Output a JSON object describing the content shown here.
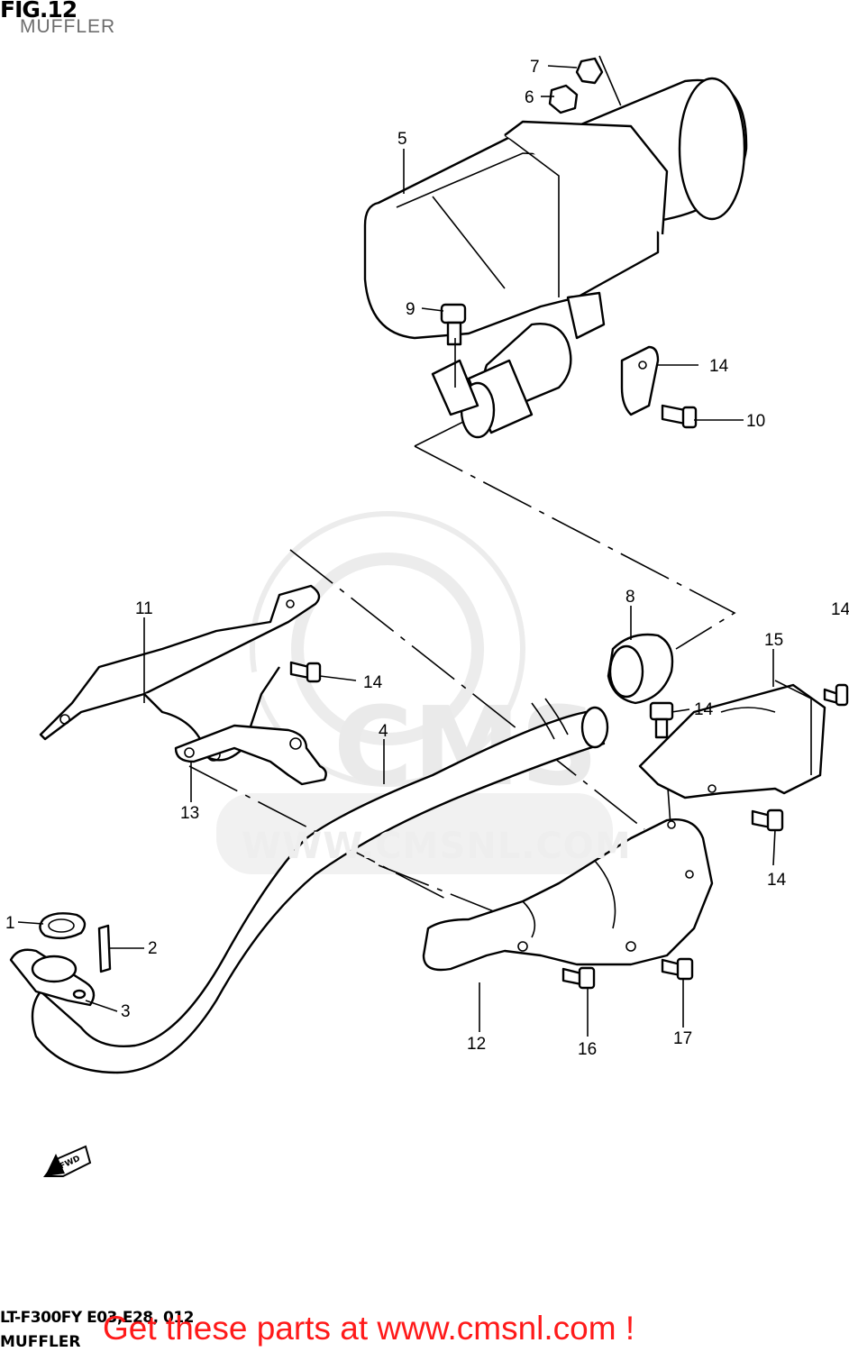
{
  "figure": {
    "title": "FIG.12",
    "subtitle": "MUFFLER"
  },
  "footer": {
    "model_code": "LT-F300FY E03,E28, 012",
    "section_name": "MUFFLER",
    "banner": "Get these parts at www.cmsnl.com !"
  },
  "watermark": {
    "text": "WWW.CMSNL.COM",
    "logo_text": "CMS"
  },
  "direction_marker": {
    "label": "FWD"
  },
  "callouts": [
    "1",
    "2",
    "3",
    "4",
    "5",
    "6",
    "7",
    "8",
    "9",
    "10",
    "11",
    "12",
    "13",
    "14",
    "14",
    "14",
    "14",
    "14",
    "15",
    "16",
    "17"
  ],
  "colors": {
    "banner": "#ff1a1a",
    "watermark": "#eeeeee",
    "line": "#000000"
  }
}
